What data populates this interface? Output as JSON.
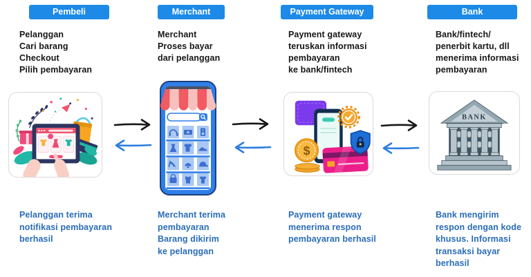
{
  "stages": [
    {
      "header": "Pembeli",
      "description": "Pelanggan\nCari barang\nCheckout\nPilih pembayaran",
      "result": "Pelanggan terima\nnotifikasi pembayaran\nberhasil",
      "illustration": "online-shopping-tablet-illustration"
    },
    {
      "header": "Merchant",
      "description": "Merchant\nProses bayar\ndari pelanggan",
      "result": "Merchant terima\npembayaran\nBarang dikirim\nke pelanggan",
      "illustration": "storefront-phone-illustration"
    },
    {
      "header": "Payment Gateway",
      "description": "Payment gateway\nteruskan informasi\npembayaran\nke bank/fintech",
      "result": "Payment gateway\nmenerima respon\npembayaran berhasil",
      "illustration": "payment-gateway-illustration",
      "coin_symbol": "$"
    },
    {
      "header": "Bank",
      "description": "Bank/fintech/\npenerbit kartu, dll\nmenerima informasi\npembayaran",
      "result": "Bank mengirim\nrespon dengan kode\nkhusus. Informasi\ntransaksi bayar\nberhasil",
      "illustration": "bank-building-illustration",
      "building_sign": "BANK"
    }
  ],
  "arrows": {
    "forward_color": "#161616",
    "backward_color": "#2b7de0"
  },
  "colors": {
    "badge_background": "#1c8ae6",
    "badge_text": "#ffffff",
    "description_text": "#161616",
    "result_text": "#2a6db8",
    "background": "#ffffff"
  }
}
